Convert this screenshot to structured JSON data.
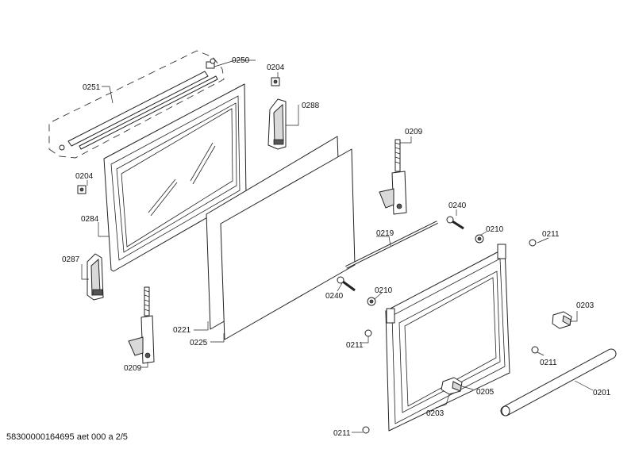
{
  "labels": {
    "p0250": "0250",
    "p0251": "0251",
    "p0204a": "0204",
    "p0204b": "0204",
    "p0288": "0288",
    "p0284": "0284",
    "p0287": "0287",
    "p0209a": "0209",
    "p0209b": "0209",
    "p0221": "0221",
    "p0225": "0225",
    "p0240a": "0240",
    "p0240b": "0240",
    "p0219": "0219",
    "p0210a": "0210",
    "p0210b": "0210",
    "p0211a": "0211",
    "p0211b": "0211",
    "p0211c": "0211",
    "p0211d": "0211",
    "p0203a": "0203",
    "p0203b": "0203",
    "p0205": "0205",
    "p0201": "0201"
  },
  "footer": {
    "document_code": "58300000164695 aet 000 a 2/5"
  }
}
